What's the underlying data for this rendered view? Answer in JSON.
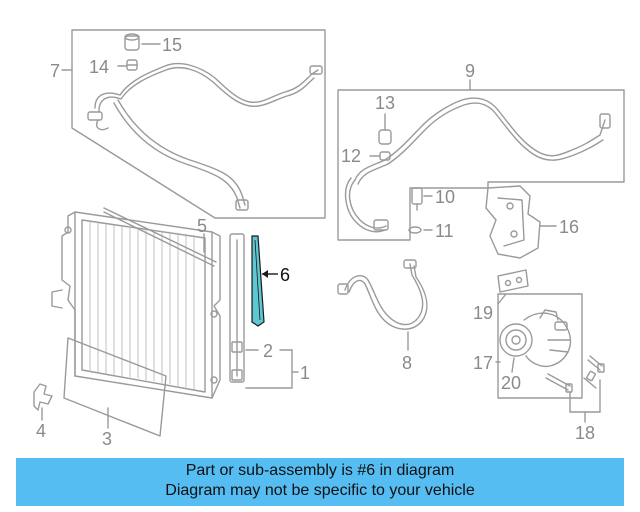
{
  "callouts": {
    "c1": "1",
    "c2": "2",
    "c3": "3",
    "c4": "4",
    "c5": "5",
    "c6": "6",
    "c7": "7",
    "c8": "8",
    "c9": "9",
    "c10": "10",
    "c11": "11",
    "c12": "12",
    "c13": "13",
    "c14": "14",
    "c15": "15",
    "c16": "16",
    "c17": "17",
    "c18": "18",
    "c19": "19",
    "c20": "20"
  },
  "highlighted_part": "6",
  "colors": {
    "highlight": "#5fc7d4",
    "banner": "#55bdf2",
    "line": "#9a9a9a"
  },
  "banner": {
    "line1": "Part or sub-assembly is #6 in diagram",
    "line2": "Diagram may not be specific to your vehicle"
  }
}
